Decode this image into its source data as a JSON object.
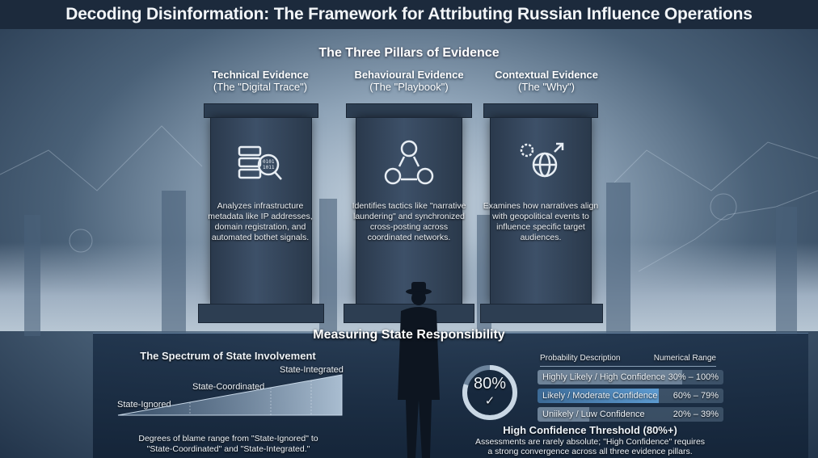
{
  "title": "Decoding Disinformation: The Framework for Attributing Russian Influence Operations",
  "pillars_title": "The Three Pillars of Evidence",
  "pillars": [
    {
      "heading": "Technical Evidence",
      "subheading": "(The \"Digital Trace\")",
      "icon": "server-magnifier-icon",
      "text": "Analyzes infrastructure metadata like IP addresses, domain registration, and automated bothet signals."
    },
    {
      "heading": "Behavioural Evidence",
      "subheading": "(The \"Playbook\")",
      "icon": "network-people-icon",
      "text": "Identifies tactics like \"narrative laundering\" and synchronized cross-posting across coordinated networks."
    },
    {
      "heading": "Contextual Evidence",
      "subheading": "(The \"Why\")",
      "icon": "globe-gear-icon",
      "text": "Examines how narratives align with geopolitical events to influence specific target audiences."
    }
  ],
  "measuring_title": "Measuring State Responsibility",
  "spectrum": {
    "title": "The Spectrum of State Involvement",
    "levels": [
      "State-Ignored",
      "State-Coordinated",
      "State-Integrated"
    ],
    "caption_line1": "Degrees of blame range from \"State-Ignored\" to",
    "caption_line2": "\"State-Coordinated\" and \"State-Integrated.\""
  },
  "gauge": {
    "value_label": "80%",
    "value": 80,
    "icon": "check-icon"
  },
  "probability_table": {
    "headers": [
      "Probability Description",
      "Numerical Range"
    ],
    "rows": [
      {
        "description": "Highly Likely / High Confidence",
        "range": "30% – 100%",
        "fill": 0.78
      },
      {
        "description": "Likely / Moderate Confidence",
        "range": "60% – 79%",
        "fill": 0.65
      },
      {
        "description": "Uniikely / Luw Confidence",
        "range": "20% – 39%",
        "fill": 0.28
      }
    ]
  },
  "threshold": {
    "title": "High Confidence Threshold (80%+)",
    "line1": "Assessments are rarely absolute; \"High Confidence\" requires",
    "line2": "a strong convergence across all three evidence pillars."
  },
  "colors": {
    "title_bar": "#1c2a3c",
    "panel": "#1e324a",
    "accent": "#4f8fc4"
  }
}
